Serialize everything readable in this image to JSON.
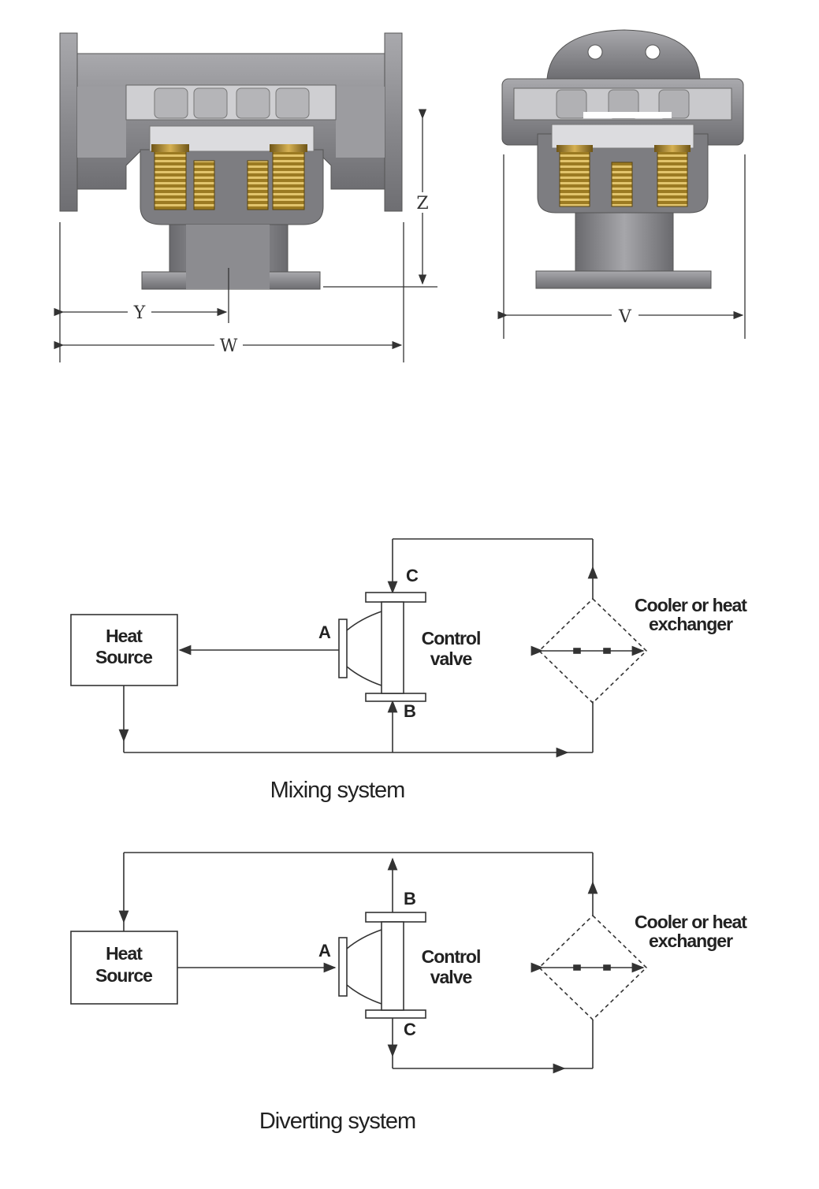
{
  "dimensions": {
    "w": "W",
    "y": "Y",
    "z": "Z",
    "v": "V"
  },
  "mixing": {
    "heat_source_line1": "Heat",
    "heat_source_line2": "Source",
    "control_line1": "Control",
    "control_line2": "valve",
    "cooler_line1": "Cooler or heat",
    "cooler_line2": "exchanger",
    "port_a": "A",
    "port_b": "B",
    "port_c": "C",
    "caption": "Mixing system"
  },
  "diverting": {
    "heat_source_line1": "Heat",
    "heat_source_line2": "Source",
    "control_line1": "Control",
    "control_line2": "valve",
    "cooler_line1": "Cooler or heat",
    "cooler_line2": "exchanger",
    "port_a": "A",
    "port_b": "B",
    "port_c": "C",
    "caption": "Diverting system"
  },
  "colors": {
    "body": "#8a8a8e",
    "body_dark": "#5f5f63",
    "body_light": "#bdbdc0",
    "brass": "#a8862e",
    "line": "#333333"
  }
}
